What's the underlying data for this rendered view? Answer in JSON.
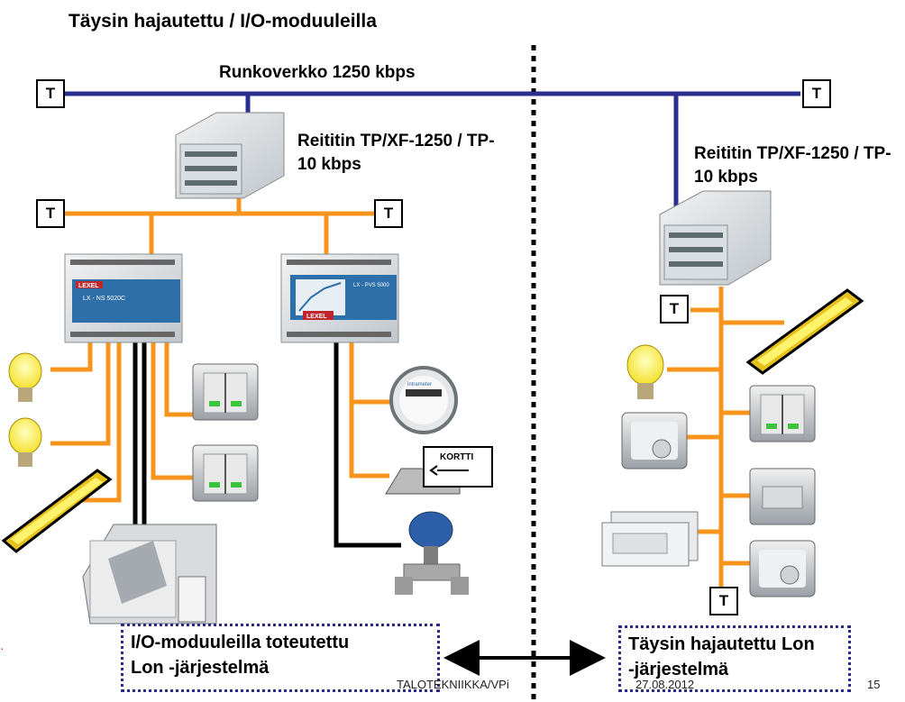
{
  "slide": {
    "title": "Täysin hajautettu / I/O-moduuleilla",
    "backbone_label": "Runkoverkko 1250 kbps",
    "router_left_line1": "Reititin TP/XF-1250 / TP-",
    "router_left_line2": "10 kbps",
    "router_right_line1": "Reititin TP/XF-1250 / TP-",
    "router_right_line2": "10 kbps",
    "terminator_label": "T",
    "io_module_1_label": "LX - NS 5020C",
    "io_module_2_label": "LX - PVS 5000",
    "brand_label": "LEXEL",
    "meter_label": "intrameter",
    "card_reader_label": "KORTTI",
    "caption_left_line1": "I/O-moduuleilla toteutettu",
    "caption_left_line2": "Lon -järjestelmä",
    "caption_right_line1": "Täysin hajautettu Lon",
    "caption_right_line2": "-järjestelmä",
    "footer_center": "TALOTEKNIIKKA/VPi",
    "footer_date": "27.08.2012",
    "page_number": "15"
  },
  "colors": {
    "backbone": "#2b2d8f",
    "subnet": "#f7941d",
    "wire": "#000000",
    "caption_border": "#2a2a8a"
  }
}
